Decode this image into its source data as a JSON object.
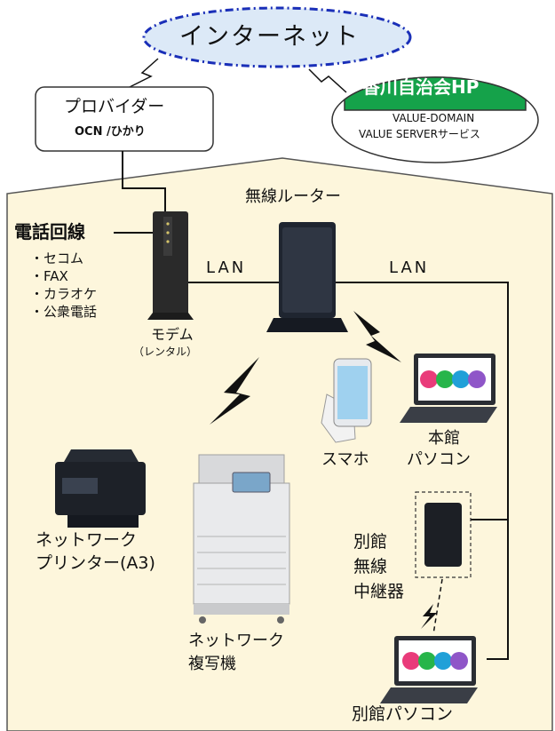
{
  "internet": {
    "label": "インターネット"
  },
  "provider": {
    "title": "プロバイダー",
    "sub": "OCN /ひかり"
  },
  "homepage": {
    "title": "香川自治会HP",
    "line1": "VALUE-DOMAIN",
    "line2": "VALUE SERVERサービス"
  },
  "router": {
    "label": "無線ルーター"
  },
  "phone": {
    "title": "電話回線",
    "items": [
      "・セコム",
      "・FAX",
      "・カラオケ",
      "・公衆電話"
    ]
  },
  "modem": {
    "label": "モデム",
    "sub": "（レンタル）"
  },
  "links": {
    "lan_left": "LAN",
    "lan_right": "LAN"
  },
  "smartphone": {
    "label": "スマホ"
  },
  "honkan_pc": {
    "line1": "本館",
    "line2": "パソコン"
  },
  "printer": {
    "line1": "ネットワーク",
    "line2": "プリンター(A3)"
  },
  "copier": {
    "line1": "ネットワーク",
    "line2": "複写機"
  },
  "repeater": {
    "line1": "別館",
    "line2": "無線",
    "line3": "中継器"
  },
  "bekkan_pc": {
    "label": "別館パソコン"
  },
  "colors": {
    "house_fill": "#fdf6dc",
    "internet_fill": "#dce9f7",
    "internet_border": "#1a2fb8",
    "hp_green": "#15a24a",
    "line": "#111111"
  }
}
